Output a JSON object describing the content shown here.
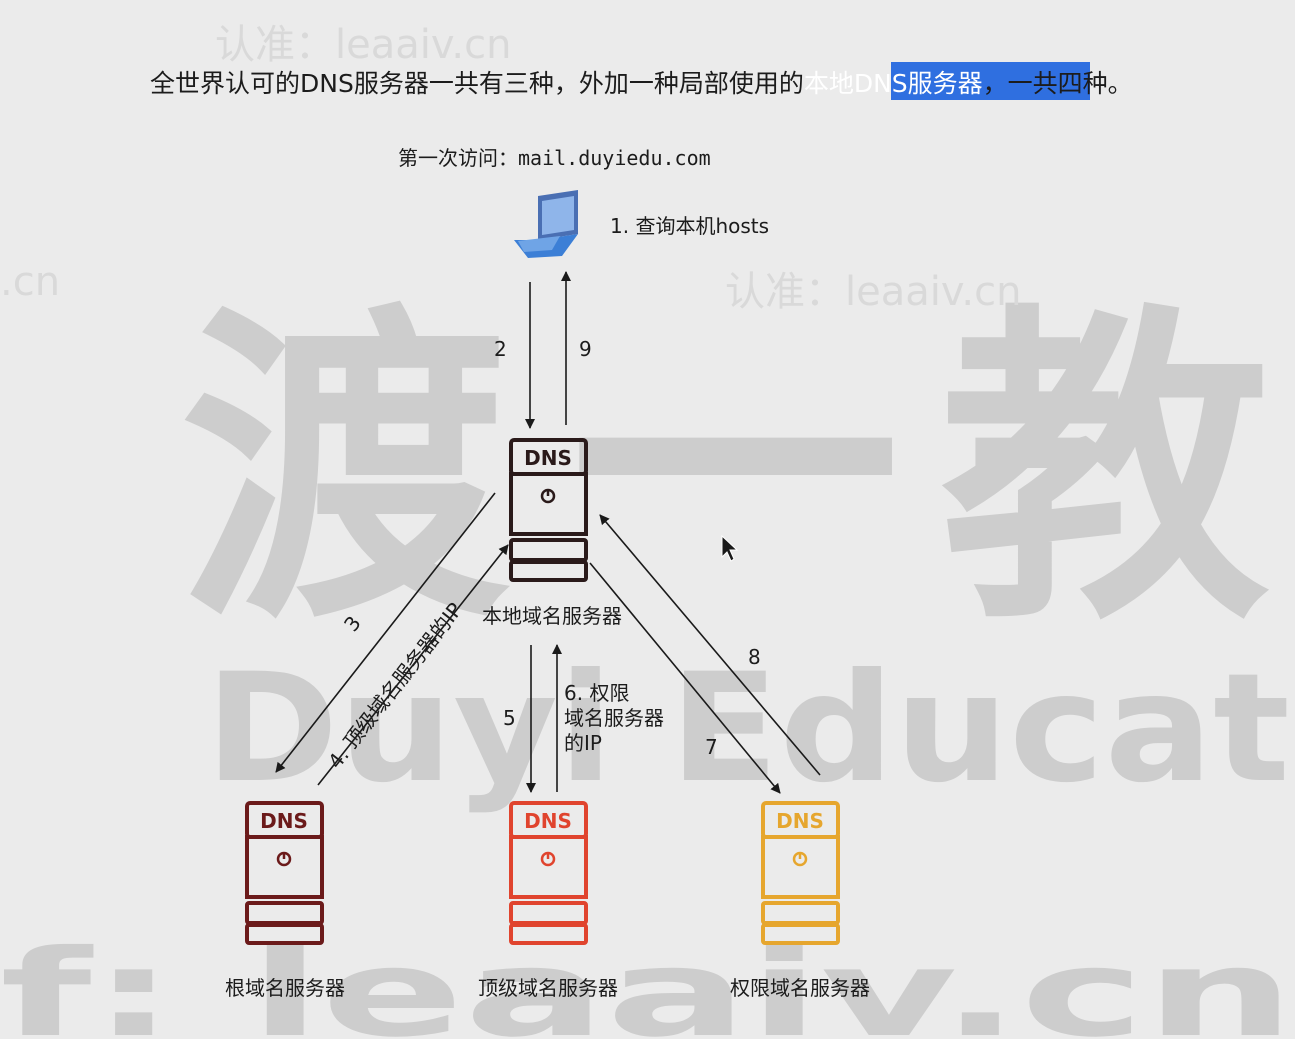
{
  "heading": {
    "before": "全世界认可的DNS服务器一共有三种，外加一种局部使用的",
    "highlight": "本地DNS服务器",
    "after": "，一共四种。",
    "highlight_color": "#2f6fe0"
  },
  "diagram": {
    "first_visit": "第一次访问：mail.duyiedu.com",
    "step1": "1. 查询本机hosts",
    "steps": {
      "s2": "2",
      "s9": "9",
      "s3": "3",
      "s4": "4. 顶级域名服务器的IP",
      "s5": "5",
      "s6_line1": "6. 权限",
      "s6_line2": "域名服务器",
      "s6_line3": "的IP",
      "s7": "7",
      "s8": "8"
    },
    "servers": {
      "local": {
        "badge": "DNS",
        "label": "本地域名服务器",
        "color": "#2a1a1a"
      },
      "root": {
        "badge": "DNS",
        "label": "根域名服务器",
        "color": "#6b1a1a"
      },
      "tld": {
        "badge": "DNS",
        "label": "顶级域名服务器",
        "color": "#e0442e"
      },
      "auth": {
        "badge": "DNS",
        "label": "权限域名服务器",
        "color": "#e6a62e"
      }
    }
  },
  "watermarks": {
    "site1": "认准：leaaiv.cn",
    "site2": "认准：leaaiv.cn",
    "edge": ".cn",
    "big1": "渡",
    "big2": "一",
    "big3": "教",
    "latin": "Duyi Educat",
    "bottom": "f: leaaiv.cn"
  }
}
